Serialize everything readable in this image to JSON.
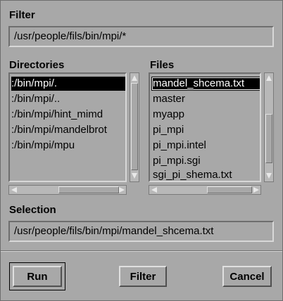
{
  "filter": {
    "label": "Filter",
    "value": "/usr/people/fils/bin/mpi/*"
  },
  "directories": {
    "label": "Directories",
    "items": [
      ":/bin/mpi/.",
      ":/bin/mpi/..",
      ":/bin/mpi/hint_mimd",
      ":/bin/mpi/mandelbrot",
      ":/bin/mpi/mpu"
    ],
    "selected_index": 0
  },
  "files": {
    "label": "Files",
    "items": [
      "mandel_shcema.txt",
      "master",
      "myapp",
      "pi_mpi",
      "pi_mpi.intel",
      "pi_mpi.sgi",
      "sgi_pi_shema.txt"
    ],
    "selected_index": 0
  },
  "selection": {
    "label": "Selection",
    "value": "/usr/people/fils/bin/mpi/mandel_shcema.txt"
  },
  "buttons": {
    "run": "Run",
    "filter": "Filter",
    "cancel": "Cancel"
  },
  "icons": {
    "up": "arrow-up-icon",
    "down": "arrow-down-icon",
    "left": "arrow-left-icon",
    "right": "arrow-right-icon"
  }
}
